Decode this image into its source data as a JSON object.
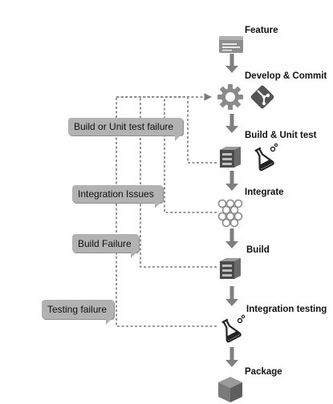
{
  "stages": [
    {
      "id": "feature",
      "label": "Feature",
      "icon": "document-icon"
    },
    {
      "id": "develop",
      "label": "Develop & Commit",
      "icon": "gear-icon",
      "extra_icon": "git-icon"
    },
    {
      "id": "build-unit",
      "label": "Build & Unit test",
      "icon": "build-server-icon",
      "extra_icon": "flask-icon"
    },
    {
      "id": "integrate",
      "label": "Integrate",
      "icon": "mesh-icon"
    },
    {
      "id": "build",
      "label": "Build",
      "icon": "build-server-icon"
    },
    {
      "id": "integration-testing",
      "label": "Integration testing",
      "icon": "flask-icon"
    },
    {
      "id": "package",
      "label": "Package",
      "icon": "box-icon"
    }
  ],
  "feedback": [
    {
      "label": "Build or Unit test failure"
    },
    {
      "label": "Integration Issues"
    },
    {
      "label": "Build Failure"
    },
    {
      "label": "Testing failure"
    }
  ],
  "colors": {
    "arrow": "#7f7f7f",
    "icon": "#8a8a8a",
    "icon_dark": "#3d3d3d",
    "callout": "#b2b2b2",
    "dashed": "#7a7a7a"
  }
}
